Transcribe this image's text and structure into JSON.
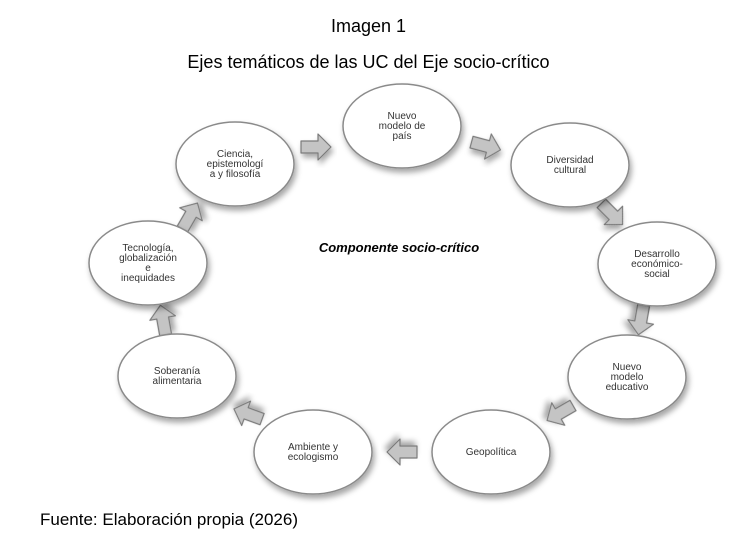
{
  "caption": {
    "label": "Imagen 1",
    "title": "Ejes temáticos de las UC del Eje socio-crítico"
  },
  "center_label": "Componente socio-crítico",
  "nodes": [
    {
      "id": "nuevo-modelo-pais",
      "lines": [
        "Nuevo",
        "modelo de",
        "país"
      ]
    },
    {
      "id": "diversidad-cultural",
      "lines": [
        "Diversidad",
        "cultural"
      ]
    },
    {
      "id": "desarrollo-economico-social",
      "lines": [
        "Desarrollo",
        "económico-",
        "social"
      ]
    },
    {
      "id": "nuevo-modelo-educativo",
      "lines": [
        "Nuevo",
        "modelo",
        "educativo"
      ]
    },
    {
      "id": "geopolitica",
      "lines": [
        "Geopolítica"
      ]
    },
    {
      "id": "ambiente-ecologismo",
      "lines": [
        "Ambiente y",
        "ecologismo"
      ]
    },
    {
      "id": "soberania-alimentaria",
      "lines": [
        "Soberanía",
        "alimentaria"
      ]
    },
    {
      "id": "tecnologia-globalizacion",
      "lines": [
        "Tecnología,",
        "globalización",
        "e",
        "inequidades"
      ]
    },
    {
      "id": "ciencia-epistemologia",
      "lines": [
        "Ciencia,",
        "epistemologí",
        "a y filosofía"
      ]
    }
  ],
  "source": "Fuente: Elaboración propia (2026)",
  "colors": {
    "node_fill": "#ffffff",
    "node_stroke": "#8a8a8a",
    "arrow_fill": "#c4c4c4",
    "arrow_stroke": "#7a7a7a",
    "text": "#333333"
  }
}
